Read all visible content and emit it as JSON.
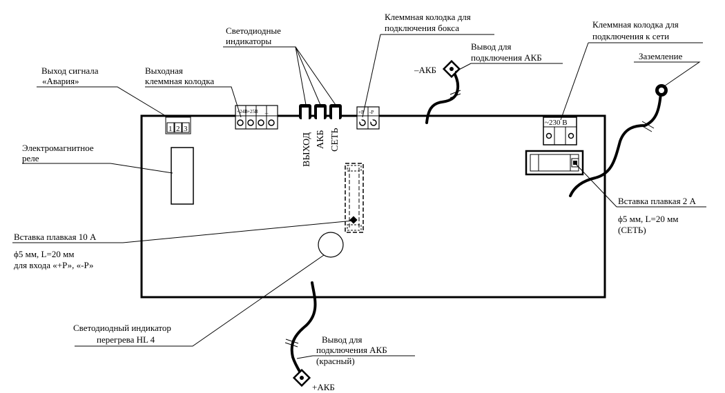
{
  "labels": {
    "alarm_output": [
      "Выход сигнала",
      "«Авария»"
    ],
    "output_terminal": [
      "Выходная",
      "клеммная колодка"
    ],
    "led_indicators": [
      "Светодиодные",
      "индикаторы"
    ],
    "box_terminal": [
      "Клеммная колодка для",
      "подключения бокса"
    ],
    "battery_lead_top": [
      "Вывод для",
      "подключения АКБ"
    ],
    "minus_akb": "–АКБ",
    "mains_terminal": [
      "Клеммная колодка для",
      "подключения к сети"
    ],
    "ground": "Заземление",
    "relay": [
      "Электромагнитное",
      "реле"
    ],
    "fuse_10a": "Вставка плавкая 10 А",
    "fuse_10a_spec": [
      "ϕ5 мм, L=20 мм",
      "для входа «+Р», «-Р»"
    ],
    "fuse_2a": "Вставка плавкая 2 А",
    "fuse_2a_spec": [
      "ϕ5 мм, L=20 мм",
      "(СЕТЬ)"
    ],
    "overheat_led": [
      "Светодиодный индикатор",
      "перегрева HL 4"
    ],
    "battery_lead_bottom": [
      "Вывод для",
      "подключения АКБ",
      "(красный)"
    ],
    "plus_akb": "+АКБ"
  },
  "board": {
    "alarm_pins": [
      "1",
      "2",
      "3"
    ],
    "output_pins": [
      "+24В",
      "+25В",
      "⊥"
    ],
    "box_pins": [
      "+Р",
      "-Р"
    ],
    "mains_voltage": "~230 В",
    "led_names": [
      "ВЫХОД",
      "АКБ",
      "СЕТЬ"
    ]
  }
}
